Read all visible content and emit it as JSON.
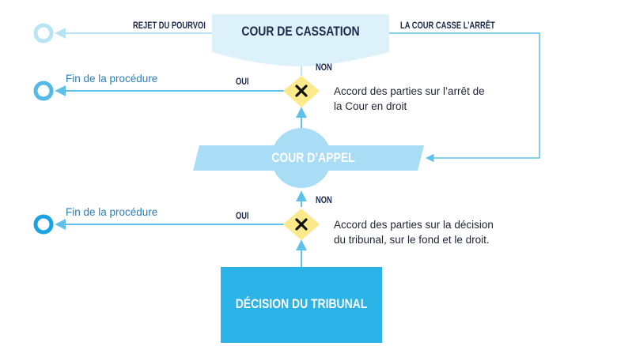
{
  "nodes": {
    "cassation": "COUR DE CASSATION",
    "appel": "COUR D’APPEL",
    "tribunal": "DÉCISION DU TRIBUNAL"
  },
  "labels": {
    "rejet": "REJET DU POURVOI",
    "casse": "LA COUR CASSE L’ARRÊT",
    "non_top": "NON",
    "non_bottom": "NON",
    "oui_top": "OUI",
    "oui_bottom": "OUI",
    "fin_top": "Fin de la procédure",
    "fin_bottom": "Fin de la procédure"
  },
  "conditions": {
    "top_line1": "Accord des parties sur l’arrêt de",
    "top_line2": "la Cour en droit",
    "bottom_line1": "Accord des parties sur la décision",
    "bottom_line2": "du tribunal, sur le fond et le droit."
  },
  "colors": {
    "tribunal_blue": "#2bb3e8",
    "appel_blue": "#a8ddf5",
    "cassation_blue": "#ddf1fa",
    "diamond_yellow": "#fbe98a",
    "line_blue": "#5fc0ea",
    "terminal_strong": "#1aa3e0",
    "terminal_mid": "#55b9e6",
    "terminal_light": "#b8e3f5"
  }
}
